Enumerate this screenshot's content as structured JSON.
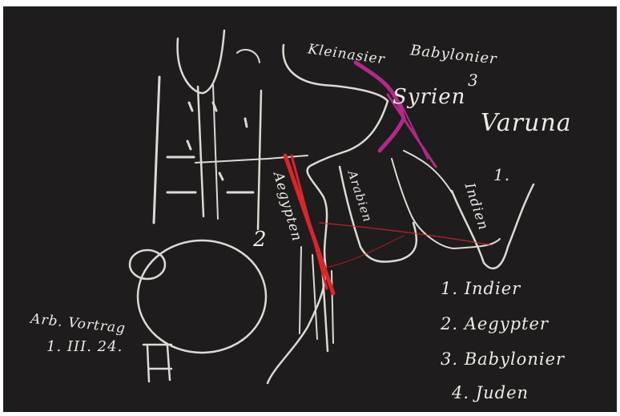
{
  "blackboard": {
    "top_labels": {
      "kleinasier": "Kleinasier",
      "babylonier": "Babylonier",
      "syrien": "Syrien",
      "number_3": "3",
      "varuna": "Varuna"
    },
    "region_labels": {
      "aegypten": "Aegypten",
      "arabien": "Arabien",
      "number_2": "2",
      "number_1": "1.",
      "indien": "Indien"
    },
    "date_note": {
      "line1": "Arb. Vortrag",
      "line2": "1. III. 24."
    },
    "legend": [
      "1. Indier",
      "2. Aegypter",
      "3. Babylonier",
      "4. Juden"
    ],
    "colors": {
      "board": "#1e1c1c",
      "chalk_white": "#ecebe6",
      "chalk_red": "#d8262a",
      "chalk_magenta": "#b02a8a"
    }
  }
}
